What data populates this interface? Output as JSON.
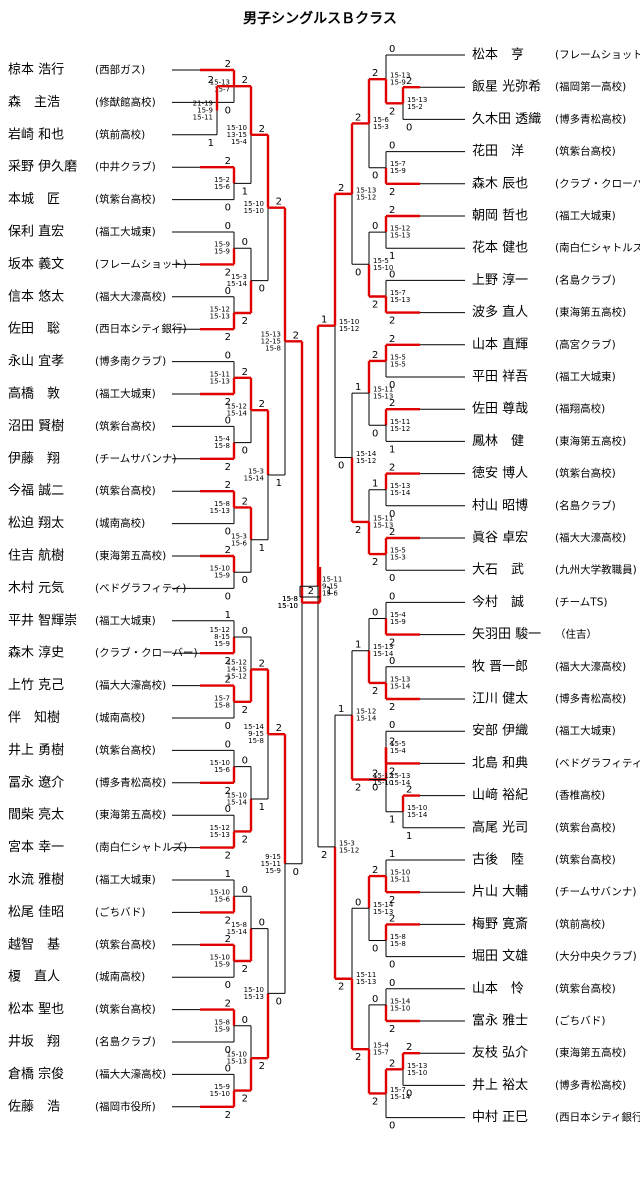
{
  "title": "男子シングルスＢクラス",
  "colors": {
    "winner_line": "#e00000",
    "line": "#000000"
  },
  "left_players": [
    {
      "name": "椋本 浩行",
      "team": "(西部ガス)"
    },
    {
      "name": "森　主浩",
      "team": "(修猷館高校)"
    },
    {
      "name": "岩崎 和也",
      "team": "(筑前高校)"
    },
    {
      "name": "采野 伊久磨",
      "team": "(中井クラブ)"
    },
    {
      "name": "本城　匠",
      "team": "(筑紫台高校)"
    },
    {
      "name": "保利 直宏",
      "team": "(福工大城東)"
    },
    {
      "name": "坂本 義文",
      "team": "(フレームショット)"
    },
    {
      "name": "信本 悠太",
      "team": "(福大大濠高校)"
    },
    {
      "name": "佐田　聡",
      "team": "(西日本シティ銀行)"
    },
    {
      "name": "永山 宜孝",
      "team": "(博多南クラブ)"
    },
    {
      "name": "高橋　敦",
      "team": "(福工大城東)"
    },
    {
      "name": "沼田 賢樹",
      "team": "(筑紫台高校)"
    },
    {
      "name": "伊藤　翔",
      "team": "(チームサバンナ)"
    },
    {
      "name": "今福 誠二",
      "team": "(筑紫台高校)"
    },
    {
      "name": "松迫 翔太",
      "team": "(城南高校)"
    },
    {
      "name": "住吉 航樹",
      "team": "(東海第五高校)"
    },
    {
      "name": "木村 元気",
      "team": "(ベドグラフィティ)"
    },
    {
      "name": "平井 智輝崇",
      "team": "(福工大城東)"
    },
    {
      "name": "森木 淳史",
      "team": "(クラブ・クローバー)"
    },
    {
      "name": "上竹 克己",
      "team": "(福大大濠高校)"
    },
    {
      "name": "伴　知樹",
      "team": "(城南高校)"
    },
    {
      "name": "井上 勇樹",
      "team": "(筑紫台高校)"
    },
    {
      "name": "冨永 遼介",
      "team": "(博多青松高校)"
    },
    {
      "name": "間柴 亮太",
      "team": "(東海第五高校)"
    },
    {
      "name": "宮本 幸一",
      "team": "(南白仁シャトルズ)"
    },
    {
      "name": "水流 雅樹",
      "team": "(福工大城東)"
    },
    {
      "name": "松尾 佳昭",
      "team": "(ごちバド)"
    },
    {
      "name": "越智　基",
      "team": "(筑紫台高校)"
    },
    {
      "name": "榎　直人",
      "team": "(城南高校)"
    },
    {
      "name": "松本 聖也",
      "team": "(筑紫台高校)"
    },
    {
      "name": "井坂　翔",
      "team": "(名島クラブ)"
    },
    {
      "name": "倉橋 宗俊",
      "team": "(福大大濠高校)"
    },
    {
      "name": "佐藤　浩",
      "team": "(福岡市役所)"
    }
  ],
  "right_players": [
    {
      "name": "松本　亨",
      "team": "(フレームショット)"
    },
    {
      "name": "飯星 光弥希",
      "team": "(福岡第一高校)"
    },
    {
      "name": "久木田 透織",
      "team": "(博多青松高校)"
    },
    {
      "name": "花田　洋",
      "team": "(筑紫台高校)"
    },
    {
      "name": "森木 辰也",
      "team": "(クラブ・クローバー)"
    },
    {
      "name": "朝岡 哲也",
      "team": "(福工大城東)"
    },
    {
      "name": "花本 健也",
      "team": "(南白仁シャトルズ)"
    },
    {
      "name": "上野 淳一",
      "team": "(名島クラブ)"
    },
    {
      "name": "波多 直人",
      "team": "(東海第五高校)"
    },
    {
      "name": "山本 直輝",
      "team": "(高宮クラブ)"
    },
    {
      "name": "平田 祥吾",
      "team": "(福工大城東)"
    },
    {
      "name": "佐田 尊哉",
      "team": "(福翔高校)"
    },
    {
      "name": "鳳林　健",
      "team": "(東海第五高校)"
    },
    {
      "name": "徳安 博人",
      "team": "(筑紫台高校)"
    },
    {
      "name": "村山 昭博",
      "team": "(名島クラブ)"
    },
    {
      "name": "眞谷 卓宏",
      "team": "(福大大濠高校)"
    },
    {
      "name": "大石　武",
      "team": "(九州大学教職員)"
    },
    {
      "name": "今村　誠",
      "team": "(チームTS)"
    },
    {
      "name": "矢羽田 駿一",
      "team": "（住吉）"
    },
    {
      "name": "牧 晋一郎",
      "team": "(福大大濠高校)"
    },
    {
      "name": "江川 健太",
      "team": "(博多青松高校)"
    },
    {
      "name": "安部 伊織",
      "team": "(福工大城東)"
    },
    {
      "name": "北島 和典",
      "team": "(ベドグラフィティ)"
    },
    {
      "name": "山﨑 裕紀",
      "team": "(香椎高校)"
    },
    {
      "name": "高尾 光司",
      "team": "(筑紫台高校)"
    },
    {
      "name": "古後　陸",
      "team": "(筑紫台高校)"
    },
    {
      "name": "片山 大輔",
      "team": "(チームサバンナ)"
    },
    {
      "name": "梅野 寛斎",
      "team": "(筑前高校)"
    },
    {
      "name": "堀田 文雄",
      "team": "(大分中央クラブ)"
    },
    {
      "name": "山本　怜",
      "team": "(筑紫台高校)"
    },
    {
      "name": "富永 雅士",
      "team": "(ごちバド)"
    },
    {
      "name": "友枝 弘介",
      "team": "(東海第五高校)"
    },
    {
      "name": "井上 裕太",
      "team": "(博多青松高校)"
    },
    {
      "name": "中村 正巳",
      "team": "(西日本シティ銀行)"
    }
  ],
  "left_matches": [
    {
      "depth": 1,
      "a": 0,
      "b": 1,
      "w": 0,
      "ra": "2",
      "rb": "0",
      "score": [
        "15-13",
        "15-7"
      ]
    },
    {
      "depth": 0,
      "a": 1,
      "b": 2,
      "w": 0,
      "ra": "2",
      "rb": "1",
      "score": [
        "21-19",
        "15-9",
        "15-11"
      ]
    },
    {
      "depth": 1,
      "a": 3,
      "b": 4,
      "w": 0,
      "ra": "2",
      "rb": "0",
      "score": [
        "15-2",
        "15-6"
      ]
    },
    {
      "depth": 2,
      "a": 0,
      "b": 3,
      "w": 0,
      "ra": "2",
      "rb": "1",
      "score": [
        "15-10",
        "13-15",
        "15-4"
      ]
    },
    {
      "depth": 1,
      "a": 5,
      "b": 6,
      "w": 1,
      "ra": "0",
      "rb": "2",
      "score": [
        "15-9",
        "15-9"
      ]
    },
    {
      "depth": 1,
      "a": 7,
      "b": 8,
      "w": 1,
      "ra": "0",
      "rb": "2",
      "score": [
        "15-12",
        "15-13"
      ]
    },
    {
      "depth": 2,
      "a": 6,
      "b": 8,
      "w": 1,
      "ra": "0",
      "rb": "2",
      "score": [
        "15-3",
        "15-14"
      ]
    },
    {
      "depth": 3,
      "a": 0,
      "b": 8,
      "w": 0,
      "ra": "2",
      "rb": "0",
      "score": [
        "15-10",
        "15-10"
      ]
    },
    {
      "depth": 1,
      "a": 9,
      "b": 10,
      "w": 1,
      "ra": "0",
      "rb": "2",
      "score": [
        "15-11",
        "15-13"
      ]
    },
    {
      "depth": 1,
      "a": 11,
      "b": 12,
      "w": 1,
      "ra": "0",
      "rb": "2",
      "score": [
        "15-4",
        "15-8"
      ]
    },
    {
      "depth": 2,
      "a": 10,
      "b": 12,
      "w": 0,
      "ra": "2",
      "rb": "0",
      "score": [
        "15-12",
        "15-14"
      ]
    },
    {
      "depth": 1,
      "a": 13,
      "b": 14,
      "w": 0,
      "ra": "2",
      "rb": "0",
      "score": [
        "15-8",
        "15-13"
      ]
    },
    {
      "depth": 1,
      "a": 15,
      "b": 16,
      "w": 0,
      "ra": "2",
      "rb": "0",
      "score": [
        "15-10",
        "15-9"
      ]
    },
    {
      "depth": 2,
      "a": 13,
      "b": 15,
      "w": 0,
      "ra": "2",
      "rb": "0",
      "score": [
        "15-3",
        "15-6"
      ]
    },
    {
      "depth": 3,
      "a": 10,
      "b": 15,
      "w": 0,
      "ra": "2",
      "rb": "1",
      "score": [
        "15-3",
        "15-14"
      ]
    },
    {
      "depth": 4,
      "a": 0,
      "b": 15,
      "w": 0,
      "ra": "2",
      "rb": "1",
      "score": [
        "15-13",
        "12-15",
        "15-8"
      ]
    },
    {
      "depth": 1,
      "a": 17,
      "b": 18,
      "w": 1,
      "ra": "1",
      "rb": "2",
      "score": [
        "15-12",
        "8-15",
        "15-9"
      ]
    },
    {
      "depth": 1,
      "a": 19,
      "b": 20,
      "w": 0,
      "ra": "2",
      "rb": "0",
      "score": [
        "15-7",
        "15-8"
      ]
    },
    {
      "depth": 2,
      "a": 18,
      "b": 19,
      "w": 1,
      "ra": "0",
      "rb": "2",
      "score": [
        "15-12",
        "14-15",
        "15-12"
      ]
    },
    {
      "depth": 1,
      "a": 21,
      "b": 22,
      "w": 1,
      "ra": "0",
      "rb": "2",
      "score": [
        "15-10",
        "15-6"
      ]
    },
    {
      "depth": 1,
      "a": 23,
      "b": 24,
      "w": 1,
      "ra": "0",
      "rb": "2",
      "score": [
        "15-12",
        "15-13"
      ]
    },
    {
      "depth": 2,
      "a": 22,
      "b": 24,
      "w": 1,
      "ra": "0",
      "rb": "2",
      "score": [
        "15-10",
        "15-14"
      ]
    },
    {
      "depth": 3,
      "a": 19,
      "b": 24,
      "w": 0,
      "ra": "2",
      "rb": "1",
      "score": [
        "15-14",
        "9-15",
        "15-8"
      ]
    },
    {
      "depth": 1,
      "a": 25,
      "b": 26,
      "w": 1,
      "ra": "1",
      "rb": "2",
      "score": [
        "15-10",
        "15-6"
      ]
    },
    {
      "depth": 1,
      "a": 27,
      "b": 28,
      "w": 0,
      "ra": "2",
      "rb": "0",
      "score": [
        "15-10",
        "15-9"
      ]
    },
    {
      "depth": 2,
      "a": 26,
      "b": 27,
      "w": 1,
      "ra": "0",
      "rb": "2",
      "score": [
        "15-8",
        "15-14"
      ]
    },
    {
      "depth": 1,
      "a": 29,
      "b": 30,
      "w": 0,
      "ra": "2",
      "rb": "0",
      "score": [
        "15-8",
        "15-9"
      ]
    },
    {
      "depth": 1,
      "a": 31,
      "b": 32,
      "w": 1,
      "ra": "0",
      "rb": "2",
      "score": [
        "15-9",
        "15-10"
      ]
    },
    {
      "depth": 2,
      "a": 29,
      "b": 32,
      "w": 1,
      "ra": "0",
      "rb": "2",
      "score": [
        "15-10",
        "15-13"
      ]
    },
    {
      "depth": 3,
      "a": 27,
      "b": 32,
      "w": 1,
      "ra": "0",
      "rb": "2",
      "score": [
        "15-10",
        "15-13"
      ]
    },
    {
      "depth": 4,
      "a": 19,
      "b": 32,
      "w": 0,
      "ra": "2",
      "rb": "0",
      "score": [
        "9-15",
        "15-11",
        "15-9"
      ]
    },
    {
      "depth": 5,
      "a": 15,
      "b": 19,
      "w": 0,
      "ra": "2",
      "rb": "0",
      "score": [
        "15-8",
        "15-10"
      ]
    }
  ],
  "right_matches": [
    {
      "depth": 0,
      "a": 1,
      "b": 2,
      "w": 0,
      "ra": "2",
      "rb": "0",
      "score": [
        "15-13",
        "15-2"
      ]
    },
    {
      "depth": 1,
      "a": 0,
      "b": 1,
      "w": 1,
      "ra": "0",
      "rb": "2",
      "score": [
        "15-13",
        "15-9"
      ]
    },
    {
      "depth": 1,
      "a": 3,
      "b": 4,
      "w": 1,
      "ra": "0",
      "rb": "2",
      "score": [
        "15-7",
        "15-9"
      ]
    },
    {
      "depth": 2,
      "a": 1,
      "b": 4,
      "w": 0,
      "ra": "2",
      "rb": "0",
      "score": [
        "15-6",
        "15-3"
      ]
    },
    {
      "depth": 1,
      "a": 5,
      "b": 6,
      "w": 0,
      "ra": "2",
      "rb": "1",
      "score": [
        "15-12",
        "15-13"
      ]
    },
    {
      "depth": 1,
      "a": 7,
      "b": 8,
      "w": 1,
      "ra": "0",
      "rb": "2",
      "score": [
        "15-7",
        "15-13"
      ]
    },
    {
      "depth": 2,
      "a": 5,
      "b": 8,
      "w": 1,
      "ra": "0",
      "rb": "2",
      "score": [
        "15-5",
        "15-10"
      ]
    },
    {
      "depth": 3,
      "a": 1,
      "b": 8,
      "w": 0,
      "ra": "2",
      "rb": "0",
      "score": [
        "15-13",
        "15-12"
      ]
    },
    {
      "depth": 1,
      "a": 9,
      "b": 10,
      "w": 0,
      "ra": "2",
      "rb": "0",
      "score": [
        "15-5",
        "15-5"
      ]
    },
    {
      "depth": 1,
      "a": 11,
      "b": 12,
      "w": 0,
      "ra": "2",
      "rb": "1",
      "score": [
        "15-11",
        "15-12"
      ]
    },
    {
      "depth": 2,
      "a": 9,
      "b": 11,
      "w": 0,
      "ra": "2",
      "rb": "0",
      "score": [
        "15-11",
        "15-13"
      ]
    },
    {
      "depth": 1,
      "a": 13,
      "b": 14,
      "w": 0,
      "ra": "2",
      "rb": "0",
      "score": [
        "15-13",
        "15-14"
      ]
    },
    {
      "depth": 1,
      "a": 15,
      "b": 16,
      "w": 0,
      "ra": "2",
      "rb": "0",
      "score": [
        "15-5",
        "15-3"
      ]
    },
    {
      "depth": 2,
      "a": 13,
      "b": 15,
      "w": 1,
      "ra": "1",
      "rb": "2",
      "score": [
        "15-11",
        "15-13"
      ]
    },
    {
      "depth": 3,
      "a": 9,
      "b": 15,
      "w": 1,
      "ra": "1",
      "rb": "2",
      "score": [
        "15-14",
        "15-12"
      ]
    },
    {
      "depth": 4,
      "a": 1,
      "b": 15,
      "w": 0,
      "ra": "2",
      "rb": "0",
      "score": [
        "15-10",
        "15-12"
      ]
    },
    {
      "depth": 1,
      "a": 17,
      "b": 18,
      "w": 1,
      "ra": "0",
      "rb": "2",
      "score": [
        "15-4",
        "15-9"
      ]
    },
    {
      "depth": 1,
      "a": 19,
      "b": 20,
      "w": 1,
      "ra": "0",
      "rb": "2",
      "score": [
        "15-13",
        "15-14"
      ]
    },
    {
      "depth": 2,
      "a": 18,
      "b": 20,
      "w": 1,
      "ra": "0",
      "rb": "2",
      "score": [
        "15-13",
        "15-14"
      ]
    },
    {
      "depth": 1,
      "a": 21,
      "b": 22,
      "w": 1,
      "ra": "0",
      "rb": "2",
      "score": [
        "15-5",
        "15-4"
      ]
    },
    {
      "depth": 0,
      "a": 23,
      "b": 24,
      "w": 0,
      "ra": "2",
      "rb": "1",
      "score": [
        "15-10",
        "15-14"
      ]
    },
    {
      "depth": 1,
      "a": 22,
      "b": 23,
      "w": 0,
      "ra": "2",
      "rb": "1",
      "score": [
        "15-13",
        "15-14"
      ]
    },
    {
      "depth": 2,
      "a": 22,
      "b": 23,
      "w": 0,
      "ra": "2",
      "rb": "0",
      "score": [
        "15-12",
        "15-10"
      ]
    },
    {
      "depth": 3,
      "a": 20,
      "b": 22,
      "w": 1,
      "ra": "1",
      "rb": "2",
      "score": [
        "15-12",
        "15-14"
      ]
    },
    {
      "depth": 1,
      "a": 25,
      "b": 26,
      "w": 1,
      "ra": "1",
      "rb": "2",
      "score": [
        "15-10",
        "15-11"
      ]
    },
    {
      "depth": 1,
      "a": 27,
      "b": 28,
      "w": 0,
      "ra": "2",
      "rb": "0",
      "score": [
        "15-8",
        "15-8"
      ]
    },
    {
      "depth": 2,
      "a": 26,
      "b": 27,
      "w": 0,
      "ra": "2",
      "rb": "0",
      "score": [
        "15-14",
        "15-13"
      ]
    },
    {
      "depth": 1,
      "a": 29,
      "b": 30,
      "w": 1,
      "ra": "0",
      "rb": "2",
      "score": [
        "15-14",
        "15-10"
      ]
    },
    {
      "depth": 0,
      "a": 31,
      "b": 32,
      "w": 0,
      "ra": "2",
      "rb": "0",
      "score": [
        "15-13",
        "15-10"
      ]
    },
    {
      "depth": 1,
      "a": 31,
      "b": 33,
      "w": 0,
      "ra": "2",
      "rb": "0",
      "score": [
        "15-7",
        "15-14"
      ]
    },
    {
      "depth": 2,
      "a": 30,
      "b": 31,
      "w": 1,
      "ra": "0",
      "rb": "2",
      "score": [
        "15-4",
        "15-7"
      ]
    },
    {
      "depth": 3,
      "a": 26,
      "b": 31,
      "w": 1,
      "ra": "0",
      "rb": "2",
      "score": [
        "15-11",
        "15-13"
      ]
    },
    {
      "depth": 4,
      "a": 22,
      "b": 31,
      "w": 1,
      "ra": "1",
      "rb": "2",
      "score": [
        "15-3",
        "15-12"
      ]
    },
    {
      "depth": 5,
      "a": 1,
      "b": 31,
      "w": 0,
      "ra": "1",
      "rb": "2",
      "score": [
        "15-11",
        "9-15",
        "15-6"
      ]
    }
  ],
  "final": {
    "left_result": "2",
    "right_result": "1",
    "score": [
      "15-8",
      "15-10"
    ]
  }
}
